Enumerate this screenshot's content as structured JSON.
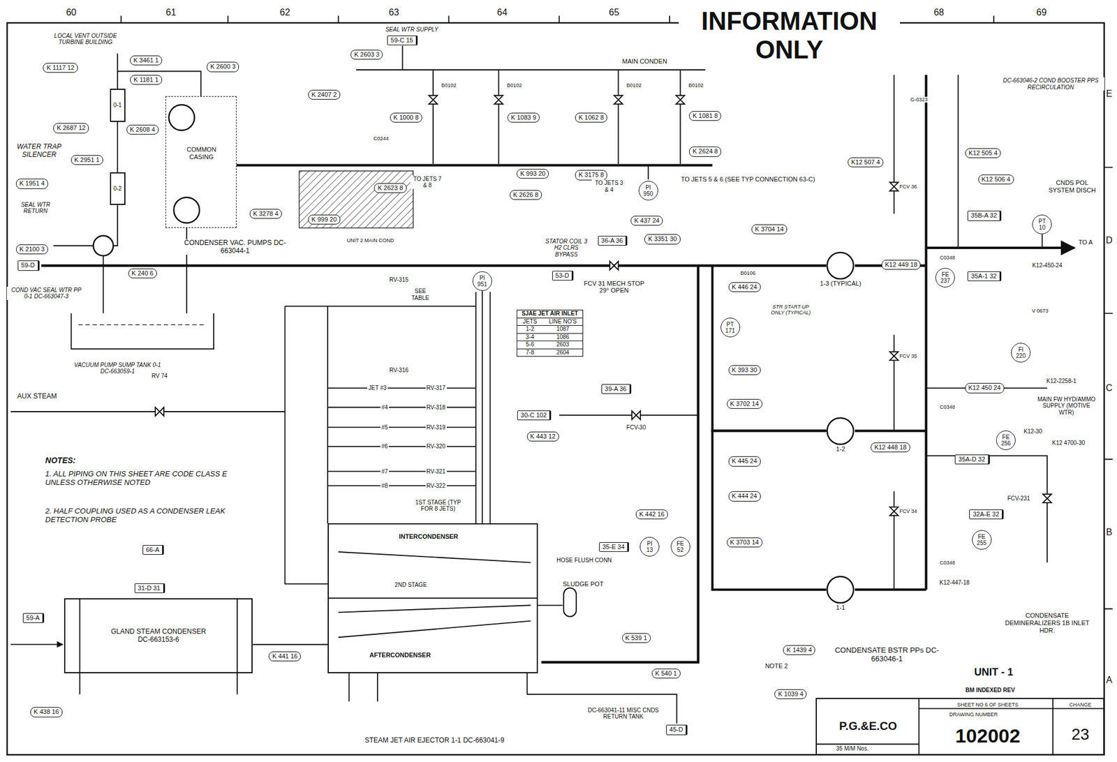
{
  "diagram": {
    "nodes": [
      {
        "text": [
          "K 1117 12"
        ]
      },
      {
        "text": [
          "K 3461 1"
        ]
      },
      {
        "text": [
          "K 2600 3"
        ]
      },
      {
        "text": [
          "59-C 15"
        ]
      },
      {
        "text": [
          "K 2603 3"
        ]
      },
      {
        "text": [
          "0-1"
        ]
      },
      {
        "text": [
          "0-2"
        ]
      },
      {
        "text": [
          "K 1181 1"
        ]
      },
      {
        "text": [
          "K 2407 2"
        ]
      },
      {
        "text": [
          "K 2687 12"
        ]
      },
      {
        "text": [
          "K 2608 4"
        ]
      },
      {
        "text": [
          "K 1000 8"
        ]
      },
      {
        "text": [
          "K 1083 9"
        ]
      },
      {
        "text": [
          "K 1062 8"
        ]
      },
      {
        "text": [
          "K 1081 8"
        ]
      },
      {
        "text": [
          "K 2624 8"
        ]
      },
      {
        "text": [
          "K 2951 1"
        ]
      },
      {
        "text": [
          "K 1951 4"
        ]
      },
      {
        "text": [
          "K 993 20"
        ]
      },
      {
        "text": [
          "K 3175 8"
        ]
      },
      {
        "text": [
          "K 2623 8"
        ]
      },
      {
        "text": [
          "K 2626 8"
        ]
      },
      {
        "text": [
          "PI 950"
        ]
      },
      {
        "text": [
          "K 3278 4"
        ]
      },
      {
        "text": [
          "K 999 20"
        ]
      },
      {
        "text": [
          "COMMON CASING"
        ]
      },
      {
        "text": [
          "K 2100 3"
        ]
      },
      {
        "text": [
          "K 240 6"
        ]
      },
      {
        "text": [
          "59-D"
        ]
      },
      {
        "text": [
          "53-D"
        ]
      },
      {
        "text": [
          "36-A 36"
        ]
      },
      {
        "text": [
          "K 437 24"
        ]
      },
      {
        "text": [
          "K 3351 30"
        ]
      },
      {
        "text": [
          "K 3704 14"
        ]
      },
      {
        "text": [
          "K 446 24"
        ]
      },
      {
        "text": [
          "1-3 (TYPICAL)"
        ]
      },
      {
        "text": [
          "K12 507 4"
        ]
      },
      {
        "text": [
          "K12 505 4"
        ]
      },
      {
        "text": [
          "K12 506 4"
        ]
      },
      {
        "text": [
          "K12 449 18"
        ]
      },
      {
        "text": [
          "PT 10"
        ]
      },
      {
        "text": [
          "FE 237"
        ]
      },
      {
        "text": [
          "35A-1 32"
        ]
      },
      {
        "text": [
          "35B-A 32"
        ]
      },
      {
        "text": [
          "PI 951"
        ]
      },
      {
        "text": [
          "SJAE JET AIR INLET",
          "JETS",
          "LINE NO'S",
          "1-2",
          "1087",
          "3-4",
          "1086",
          "5-6",
          "2603",
          "7-8",
          "2604"
        ]
      },
      {
        "text": [
          "PT 171"
        ]
      },
      {
        "text": [
          "K 393 30"
        ]
      },
      {
        "text": [
          "39-A 36"
        ]
      },
      {
        "text": [
          "30-C 102"
        ]
      },
      {
        "text": [
          "K 443 12"
        ]
      },
      {
        "text": [
          "K 3702 14"
        ]
      },
      {
        "text": [
          "1-2"
        ]
      },
      {
        "text": [
          "K12 448 18"
        ]
      },
      {
        "text": [
          "K12 450 24"
        ]
      },
      {
        "text": [
          "35A-D 32"
        ]
      },
      {
        "text": [
          "FE 256"
        ]
      },
      {
        "text": [
          "FI 220"
        ]
      },
      {
        "text": [
          "K 445 24"
        ]
      },
      {
        "text": [
          "K 444 24"
        ]
      },
      {
        "text": [
          "K 442 16"
        ]
      },
      {
        "text": [
          "PI 13"
        ]
      },
      {
        "text": [
          "FE 52"
        ]
      },
      {
        "text": [
          "35-E 34"
        ]
      },
      {
        "text": [
          "K 3703 14"
        ]
      },
      {
        "text": [
          "1-1"
        ]
      },
      {
        "text": [
          "FE 255"
        ]
      },
      {
        "text": [
          "32A-E 32"
        ]
      },
      {
        "text": [
          "INTERCONDENSER",
          "2ND STAGE",
          "AFTERCONDENSER"
        ]
      },
      {
        "text": [
          "GLAND STEAM CONDENSER DC-663153-6"
        ]
      },
      {
        "text": [
          "31-D 31"
        ]
      },
      {
        "text": [
          "59-A"
        ]
      },
      {
        "text": [
          "K 441 16"
        ]
      },
      {
        "text": [
          "SLUDGE POT"
        ]
      },
      {
        "text": [
          "K 539 1"
        ]
      },
      {
        "text": [
          "K 1439 4"
        ]
      },
      {
        "text": [
          "K 540 1"
        ]
      },
      {
        "text": [
          "K 1039 4"
        ]
      },
      {
        "text": [
          "K 438 16"
        ]
      },
      {
        "text": [
          "45-D"
        ]
      },
      {
        "text": [
          "P.G.&E.CO",
          "SHEET NO 6 OF SHEETS",
          "DRAWING NUMBER",
          "102002",
          "CHANGE",
          "23",
          "35 M/M Nos."
        ]
      },
      {
        "text": [
          "66-A"
        ]
      }
    ],
    "edges": [
      {
        "from": 5,
        "to": 6,
        "arrow": "none"
      },
      {
        "from": 69,
        "to": 68,
        "arrow": "none"
      },
      {
        "from": 73,
        "to": 68,
        "arrow": "none"
      },
      {
        "from": 44,
        "to": 68,
        "arrow": "none"
      },
      {
        "from": 52,
        "to": 35,
        "arrow": "none"
      },
      {
        "from": 65,
        "to": 52,
        "arrow": "none"
      }
    ],
    "labels": [
      "60",
      "61",
      "62",
      "63",
      "64",
      "65",
      "68",
      "69",
      "E",
      "D",
      "C",
      "B",
      "A",
      "INFORMATION ONLY",
      "LOCAL VENT OUTSIDE TURBINE BUILDING",
      "SEAL WTR SUPPLY",
      "MAIN CONDEN",
      "WATER TRAP SILENCER",
      "SEAL WTR RETURN",
      "CONDENSER VAC. PUMPS DC-663044-1",
      "UNIT 2 MAIN COND",
      "TO JETS 7 & 8",
      "TO JETS 3 & 4",
      "TO JETS 5 & 6 (SEE TYP CONNECTION 63-C)",
      "DC-663046-2 COND BOOSTER PPS RECIRCULATION",
      "CNDS POL SYSTEM DISCH",
      "TO A",
      "COND VAC SEAL WTR PP 0-1 DC-663047-3",
      "VACUUM PUMP SUMP TANK 0-1 DC-663059-1",
      "STATOR COIL 3 H2 CLRS BYPASS",
      "FCV 31 MECH STOP 29° OPEN",
      "RV-315",
      "SEE TABLE",
      "RV-316",
      "JET #3",
      "#4",
      "#5",
      "#6",
      "#7",
      "#8",
      "RV-317",
      "RV-318",
      "RV-319",
      "RV-320",
      "RV-321",
      "RV-322",
      "1ST STAGE (TYP FOR 8 JETS)",
      "STR START-UP ONLY (TYPICAL)",
      "AUX STEAM",
      "RV 74",
      "NOTES:",
      "1. ALL PIPING ON THIS SHEET ARE CODE CLASS E UNLESS OTHERWISE NOTED",
      "2. HALF COUPLING USED AS A CONDENSER LEAK DETECTION PROBE",
      "FCV-30",
      "HOSE FLUSH CONN",
      "K12-2258-1",
      "MAIN FW HYD/AMMO SUPPLY (MOTIVE WTR)",
      "K12-450-24",
      "K12-30",
      "K12 4700-30",
      "FCV-231",
      "FCV 36",
      "FCV 35",
      "FCV 34",
      "CONDENSATE DEMINERALIZERS 1B INLET HDR.",
      "CONDENSATE BSTR PPs DC-663046-1",
      "NOTE 2",
      "UNIT - 1",
      "BM INDEXED REV",
      "STEAM JET AIR EJECTOR 1-1 DC-663041-9",
      "DC-663041-11 MISC CNDS RETURN TANK",
      "K12-447-18",
      "G-0323",
      "B0102",
      "B0102",
      "B0102",
      "B0102",
      "C0244",
      "C0348",
      "C0348",
      "C0348",
      "V 0673",
      "B0106"
    ]
  }
}
